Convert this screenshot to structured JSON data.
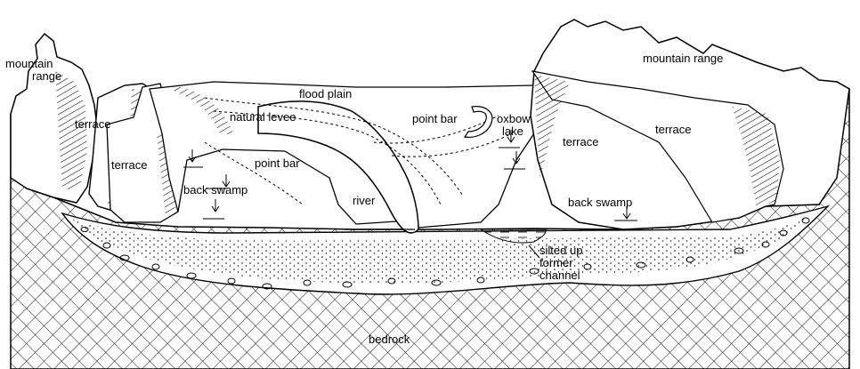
{
  "labels": {
    "mountain_range_left_1": "mountain",
    "mountain_range_left_2": "range",
    "terrace_left_outer": "terrace",
    "terrace_left_inner": "terrace",
    "flood_plain": "flood plain",
    "natural_levee": "natural levee",
    "point_bar_right": "point bar",
    "oxbow_lake_1": "oxbow",
    "oxbow_lake_2": "lake",
    "point_bar_left": "point bar",
    "back_swamp_left": "back swamp",
    "river": "river",
    "mountain_range_right": "mountain range",
    "terrace_right_inner": "terrace",
    "terrace_right_outer": "terrace",
    "back_swamp_right": "back swamp",
    "silted_up_1": "silted up",
    "silted_up_2": "former",
    "silted_up_3": "channel",
    "bedrock": "bedrock"
  },
  "colors": {
    "ink": "#000000",
    "paper": "#ffffff"
  }
}
